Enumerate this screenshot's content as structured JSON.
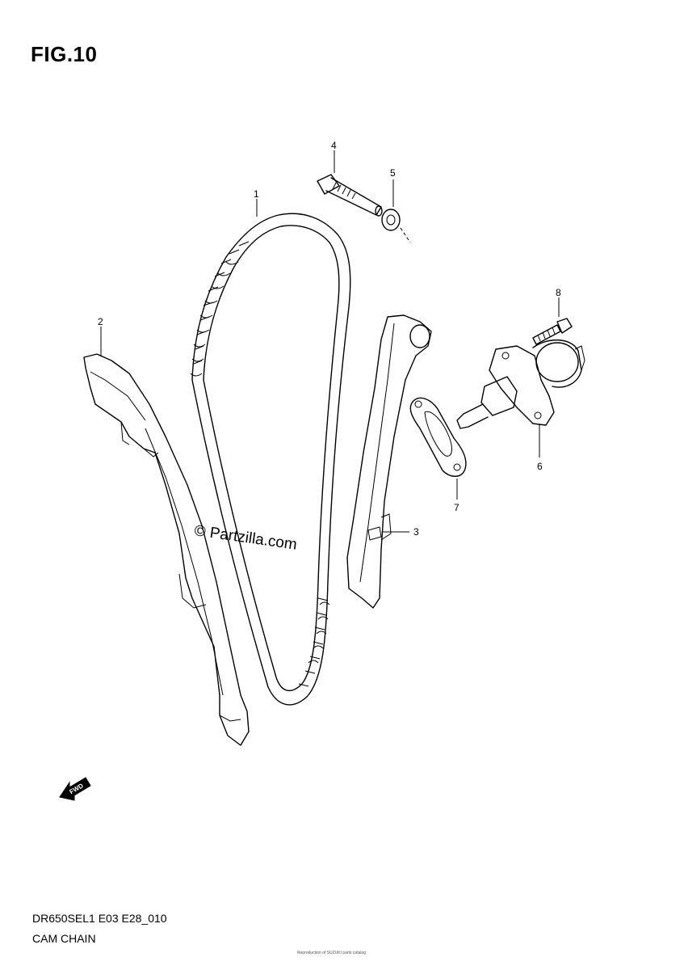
{
  "diagram": {
    "figure_title": "FIG.10",
    "model_code": "DR650SEL1 E03 E28_010",
    "section_name": "CAM CHAIN",
    "watermark": "© Partzilla.com",
    "direction_arrow_label": "FWD",
    "fine_print": "Reproduction of SUZUKI parts catalog",
    "callouts": [
      {
        "number": "1",
        "part": "cam-chain"
      },
      {
        "number": "2",
        "part": "chain-guide-front"
      },
      {
        "number": "3",
        "part": "chain-tensioner-guide"
      },
      {
        "number": "4",
        "part": "bolt"
      },
      {
        "number": "5",
        "part": "washer"
      },
      {
        "number": "6",
        "part": "chain-tensioner-adjuster"
      },
      {
        "number": "7",
        "part": "gasket"
      },
      {
        "number": "8",
        "part": "bolt"
      }
    ]
  }
}
